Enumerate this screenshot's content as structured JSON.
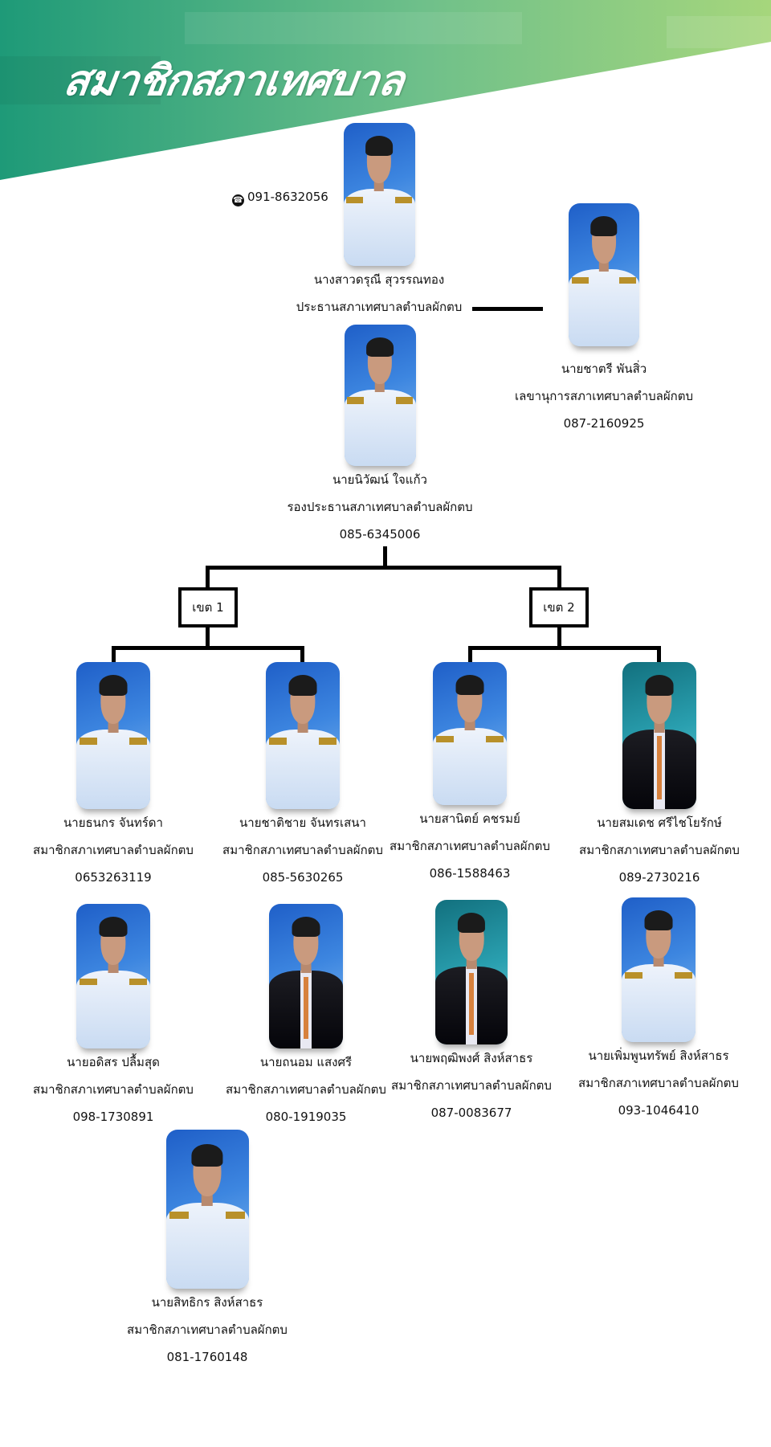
{
  "header": {
    "title": "สมาชิกสภาเทศบาล",
    "colors": {
      "green_dark": "#1e9a78",
      "green_light": "#a6d67c"
    }
  },
  "president": {
    "name": "นางสาวดรุณี สุวรรณทอง",
    "role": "ประธานสภาเทศบาลตำบลผักตบ",
    "phone": "091-8632056",
    "phone_icon": "phone-icon"
  },
  "secretary": {
    "name": "นายชาตรี พันสิ่ว",
    "role": "เลขานุการสภาเทศบาลตำบลผักตบ",
    "phone": "087-2160925"
  },
  "vice_president": {
    "name": "นายนิวัฒน์ ใจแก้ว",
    "role": "รองประธานสภาเทศบาลตำบลผักตบ",
    "phone": "085-6345006"
  },
  "zones": [
    {
      "label": "เขต 1"
    },
    {
      "label": "เขต 2"
    }
  ],
  "members": [
    {
      "name": "นายธนกร  จันทร์ดา",
      "role": "สมาชิกสภาเทศบาลตำบลผักตบ",
      "phone": "0653263119"
    },
    {
      "name": "นายชาติชาย จันทรเสนา",
      "role": "สมาชิกสภาเทศบาลตำบลผักตบ",
      "phone": "085-5630265"
    },
    {
      "name": "นายสานิตย์ คชรมย์",
      "role": "สมาชิกสภาเทศบาลตำบลผักตบ",
      "phone": "086-1588463"
    },
    {
      "name": "นายสมเดช ศรีไชโยรักษ์",
      "role": "สมาชิกสภาเทศบาลตำบลผักตบ",
      "phone": "089-2730216"
    },
    {
      "name": "นายอดิสร ปลื้มสุด",
      "role": "สมาชิกสภาเทศบาลตำบลผักตบ",
      "phone": "098-1730891"
    },
    {
      "name": "นายถนอม แสงศรี",
      "role": "สมาชิกสภาเทศบาลตำบลผักตบ",
      "phone": "080-1919035"
    },
    {
      "name": "นายพฤฒิพงศ์ สิงห์สาธร",
      "role": "สมาชิกสภาเทศบาลตำบลผักตบ",
      "phone": "087-0083677"
    },
    {
      "name": "นายเพิ่มพูนทรัพย์ สิงห์สาธร",
      "role": "สมาชิกสภาเทศบาลตำบลผักตบ",
      "phone": "093-1046410"
    },
    {
      "name": "นายสิทธิกร สิงห์สาธร",
      "role": "สมาชิกสภาเทศบาลตำบลผักตบ",
      "phone": "081-1760148"
    }
  ]
}
